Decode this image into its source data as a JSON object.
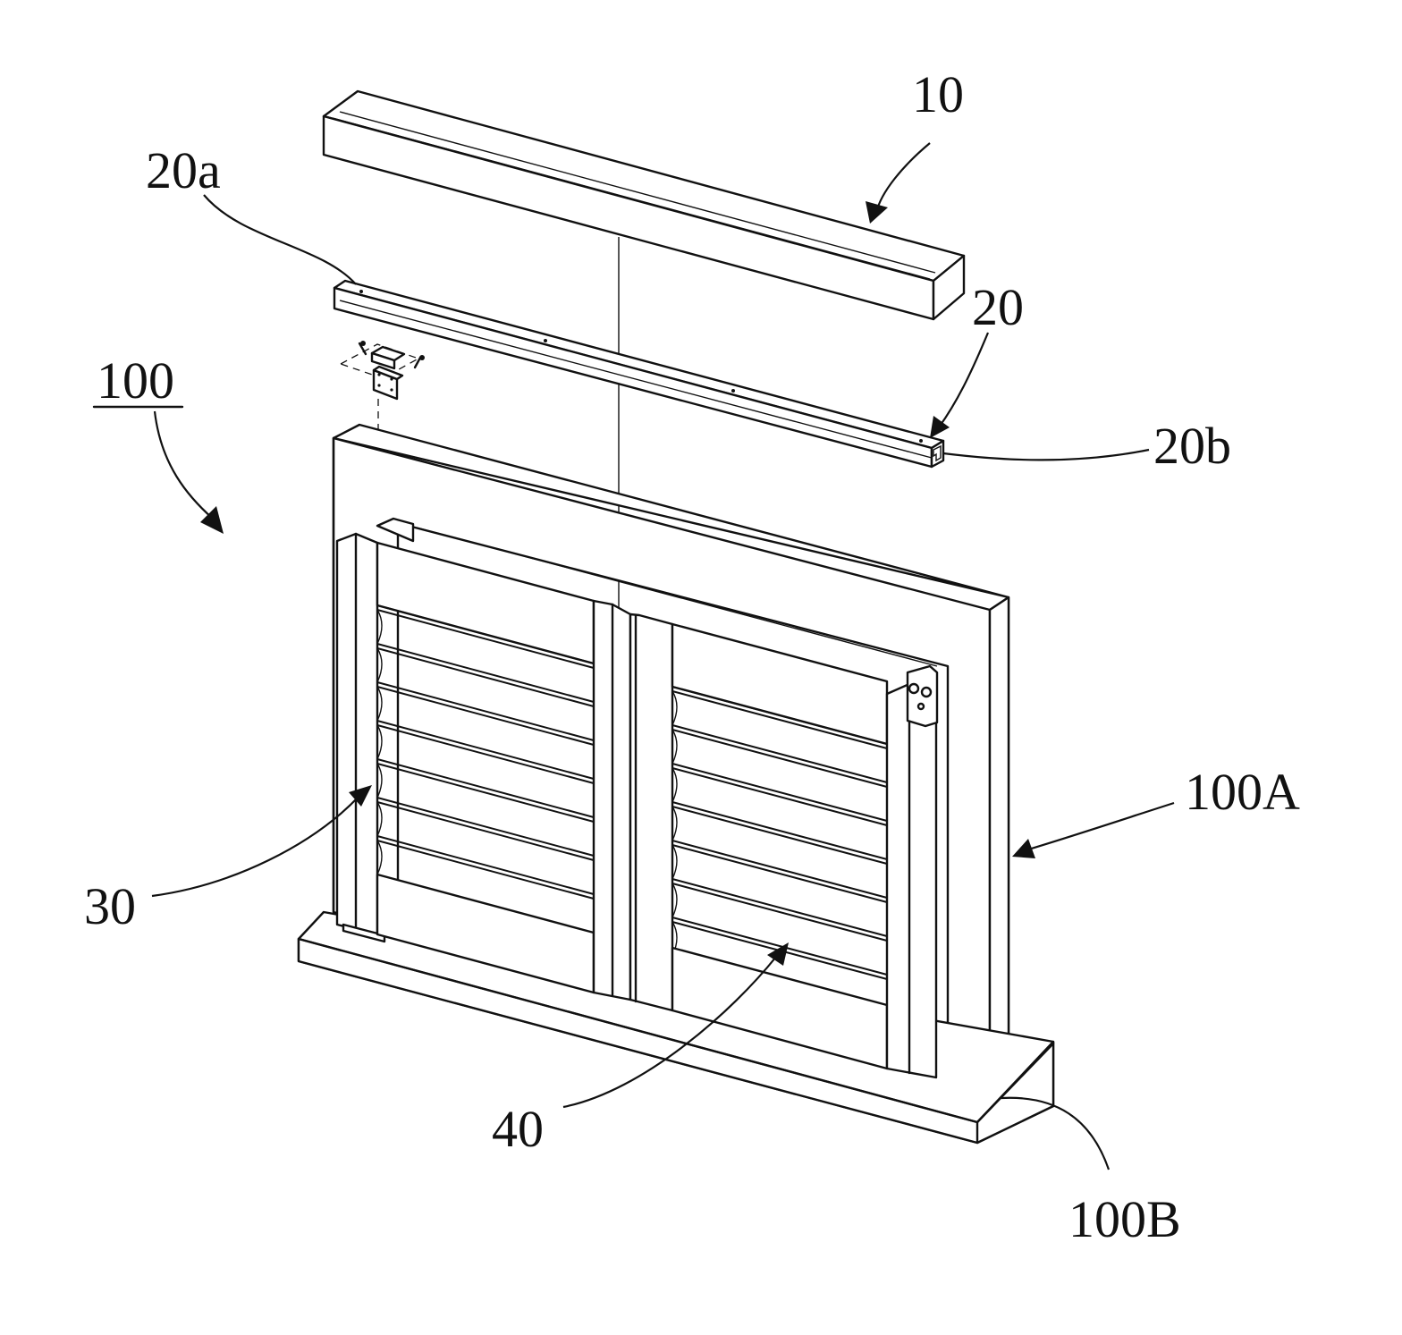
{
  "figure": {
    "labels": {
      "l100": "100",
      "l10": "10",
      "l20": "20",
      "l20a": "20a",
      "l20b": "20b",
      "l30": "30",
      "l40": "40",
      "l100A": "100A",
      "l100B": "100B"
    }
  }
}
